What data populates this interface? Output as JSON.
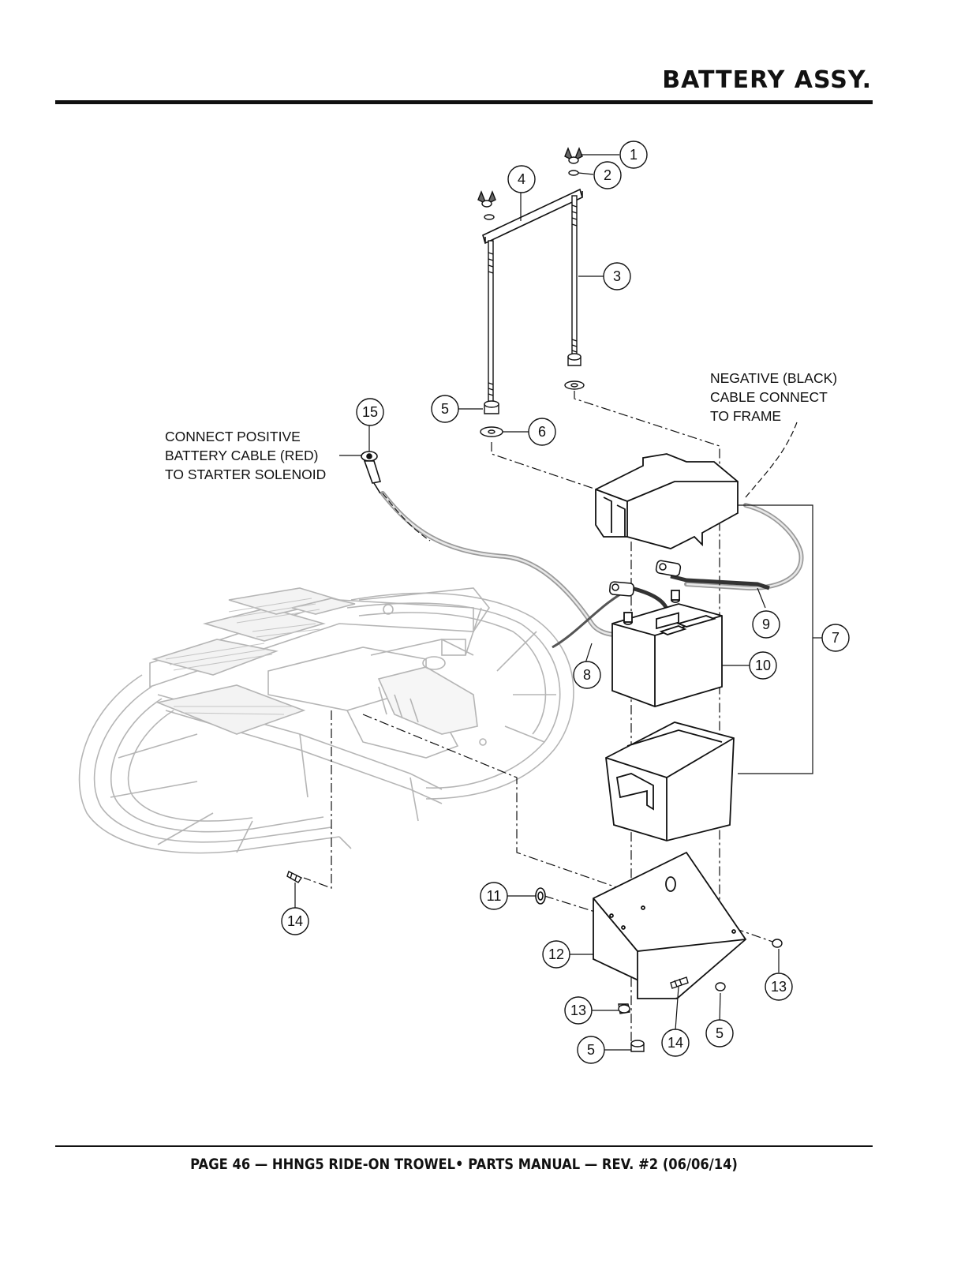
{
  "header": {
    "title": "BATTERY ASSY."
  },
  "footer": {
    "text": "PAGE 46 — HHNG5 RIDE-ON TROWEL• PARTS MANUAL — REV. #2 (06/06/14)"
  },
  "notes": {
    "positive": [
      "CONNECT POSITIVE",
      "BATTERY CABLE (RED)",
      "TO STARTER SOLENOID"
    ],
    "negative": [
      "NEGATIVE (BLACK)",
      "CABLE CONNECT",
      "TO FRAME"
    ]
  },
  "callouts": [
    "1",
    "2",
    "3",
    "4",
    "5",
    "6",
    "7",
    "8",
    "9",
    "10",
    "11",
    "12",
    "13",
    "13",
    "14",
    "14",
    "5",
    "5",
    "15"
  ]
}
